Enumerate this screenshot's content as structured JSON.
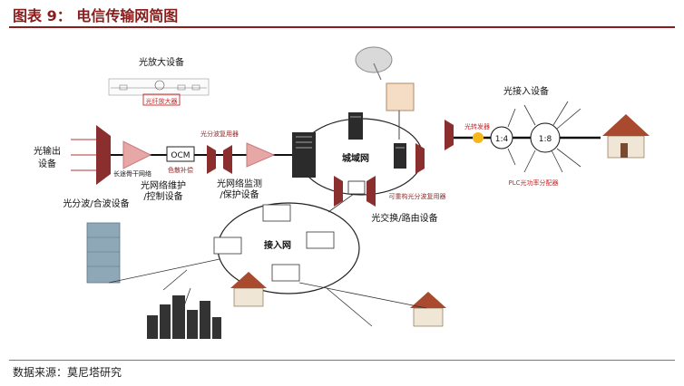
{
  "header": {
    "title": "图表 9： 电信传输网简图"
  },
  "footer": {
    "source": "数据来源：莫尼塔研究"
  },
  "diagram": {
    "labels": {
      "optical_amp_equipment": "光放大设备",
      "fiber_amplifier": "光纤放大器",
      "optical_output_equipment_1": "光输出",
      "optical_output_equipment_2": "设备",
      "long_haul_trunk": "长途骨干网络",
      "ocm": "OCM",
      "dispersion_compensation": "色散补偿",
      "oadm": "光分波复用器",
      "mux_demux_equipment": "光分波/合波设备",
      "network_maintenance_1": "光网络维护",
      "network_maintenance_2": "/控制设备",
      "network_monitoring_1": "光网络监测",
      "network_monitoring_2": "/保护设备",
      "metro_network": "城域网",
      "roadm": "可重构光分波复用器",
      "optical_switch_routing": "光交换/路由设备",
      "access_network": "接入网",
      "optical_transceiver": "光转发器",
      "splitter_1_4": "1:4",
      "splitter_1_8": "1:8",
      "optical_access_equipment": "光接入设备",
      "plc_splitter": "PLC光功率分配器"
    }
  }
}
